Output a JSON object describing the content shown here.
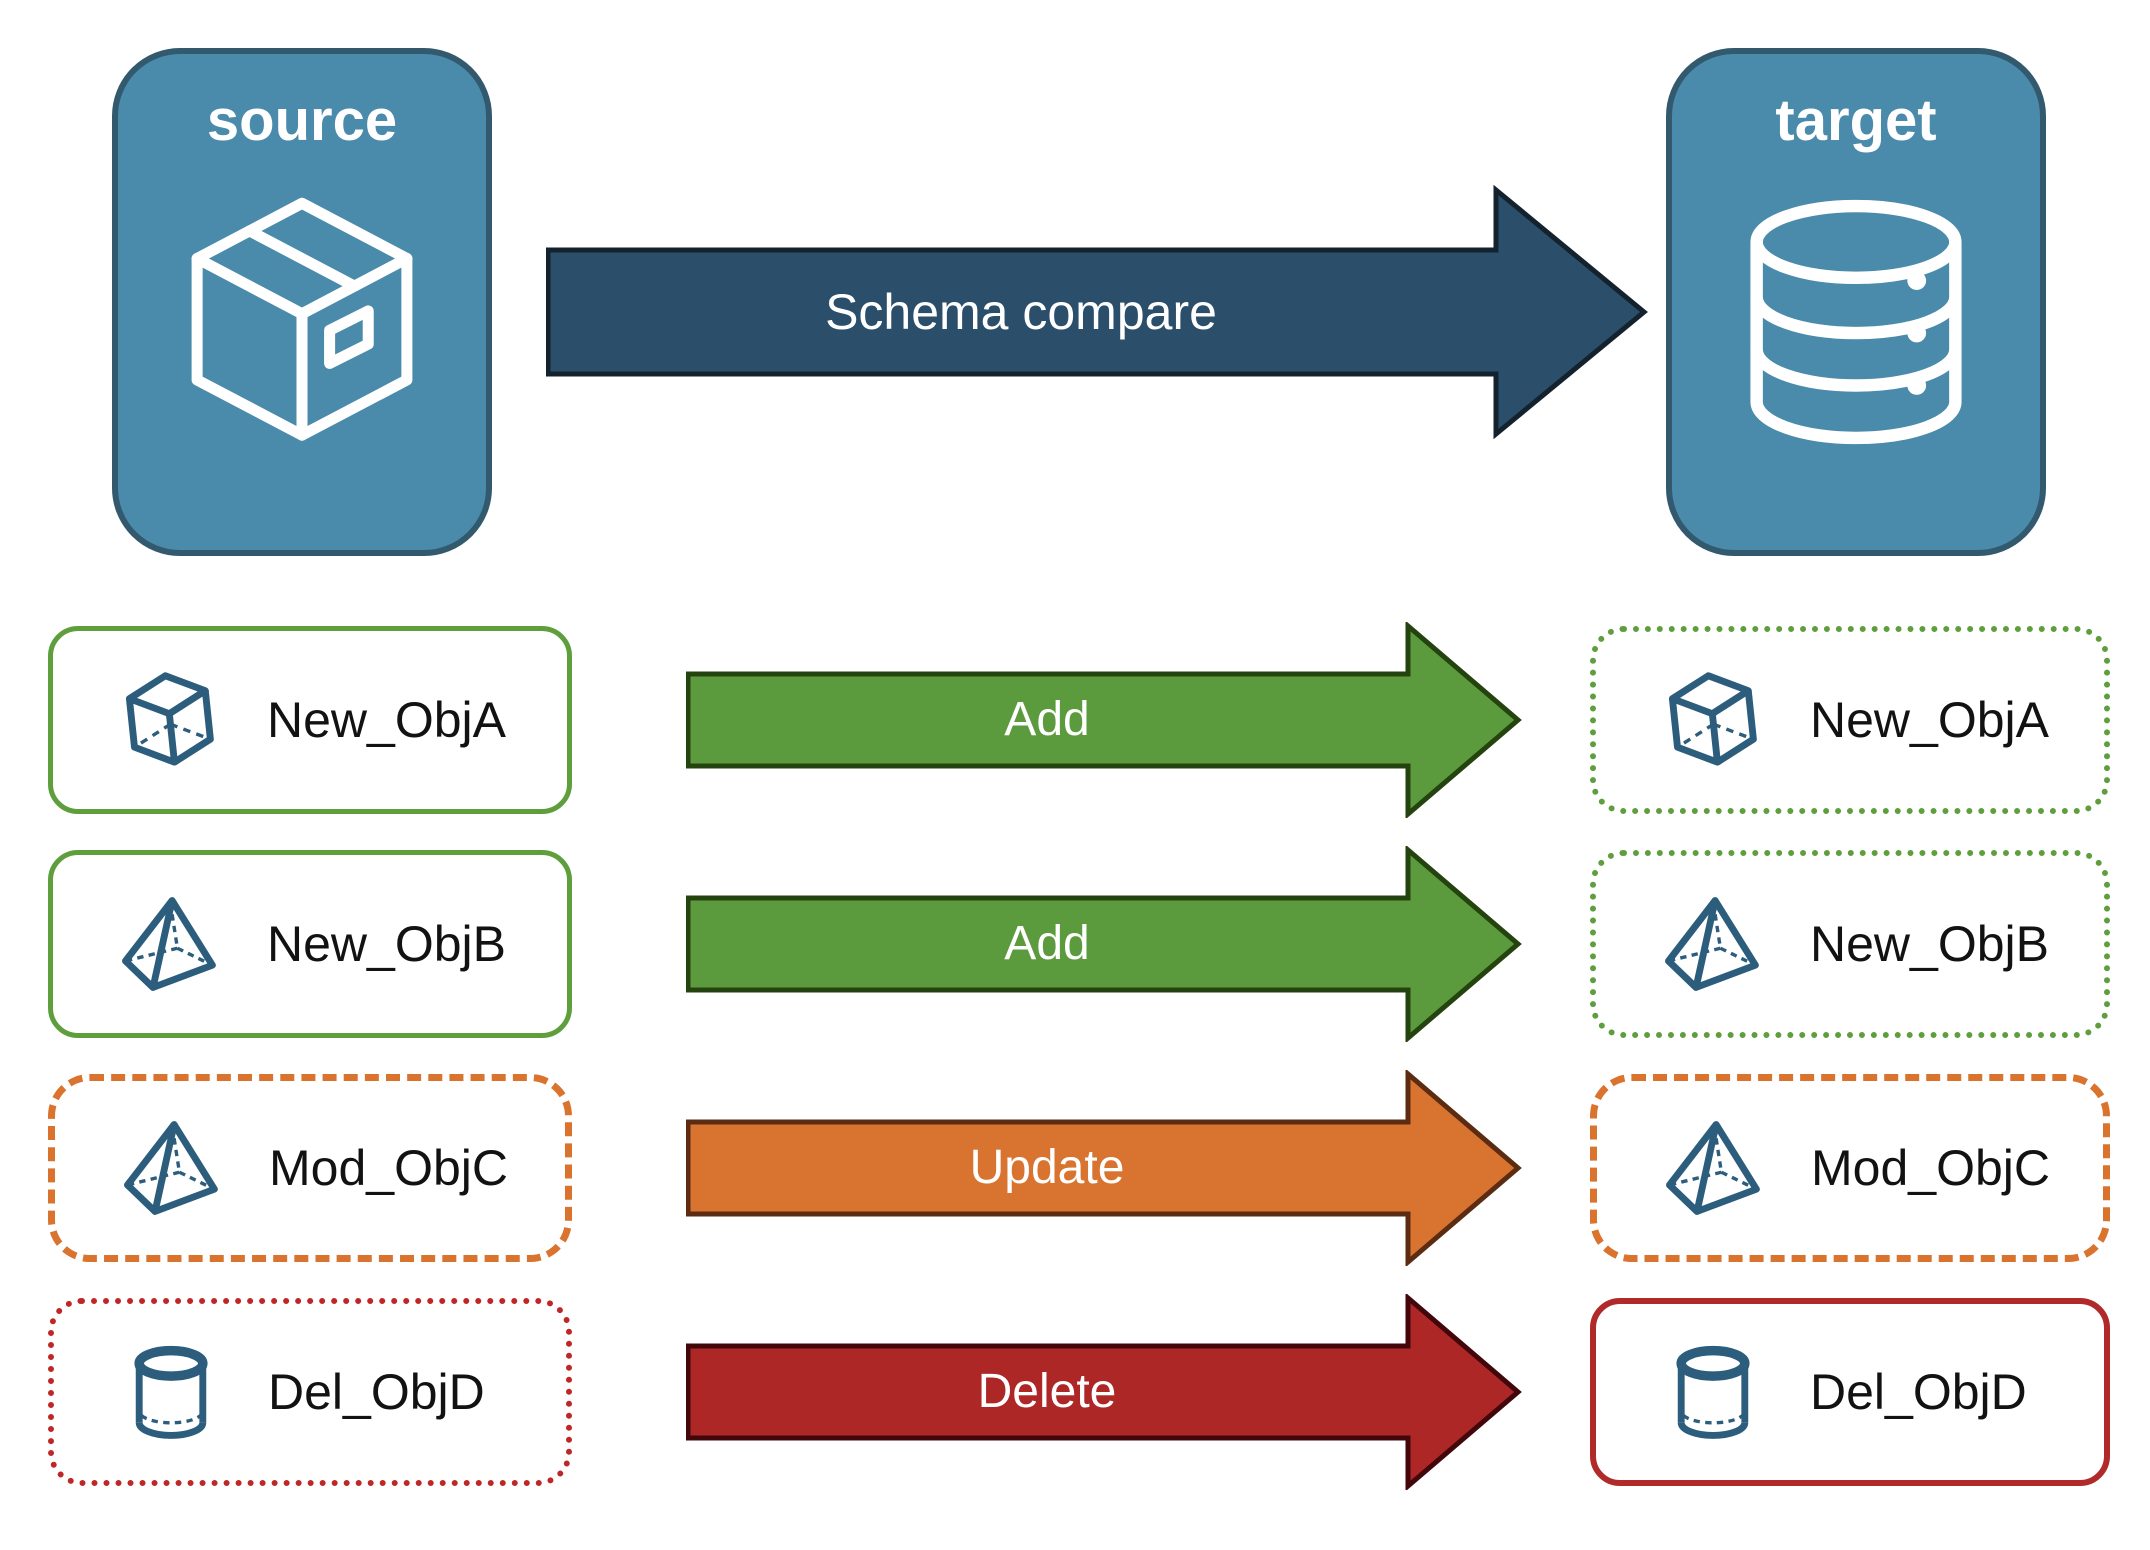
{
  "diagram": {
    "source_node": {
      "label": "source",
      "icon": "package-icon"
    },
    "target_node": {
      "label": "target",
      "icon": "database-icon"
    },
    "schema_arrow": {
      "label": "Schema compare"
    },
    "rows": [
      {
        "object": "New_ObjA",
        "icon": "cube-icon",
        "action": "Add",
        "source_border": "green-solid",
        "target_border": "green-dotted"
      },
      {
        "object": "New_ObjB",
        "icon": "pyramid-icon",
        "action": "Add",
        "source_border": "green-solid",
        "target_border": "green-dotted"
      },
      {
        "object": "Mod_ObjC",
        "icon": "pyramid-icon",
        "action": "Update",
        "source_border": "orange-dashed",
        "target_border": "orange-dashed"
      },
      {
        "object": "Del_ObjD",
        "icon": "cylinder-icon",
        "action": "Delete",
        "source_border": "red-dotted",
        "target_border": "red-solid"
      }
    ],
    "colors": {
      "node_fill": "#4a8aab",
      "node_border": "#33596e",
      "schema_arrow_fill": "#2b4e6b",
      "add_green": "#5b9b3d",
      "update_orange": "#d8742f",
      "delete_red": "#ad2727",
      "green_border": "#5f9e3d",
      "orange_border": "#d9732e",
      "red_dotted_border": "#bf2626",
      "red_solid_border": "#b02a2a",
      "icon_blue": "#2d5d7d",
      "icon_white": "#ffffff"
    }
  }
}
